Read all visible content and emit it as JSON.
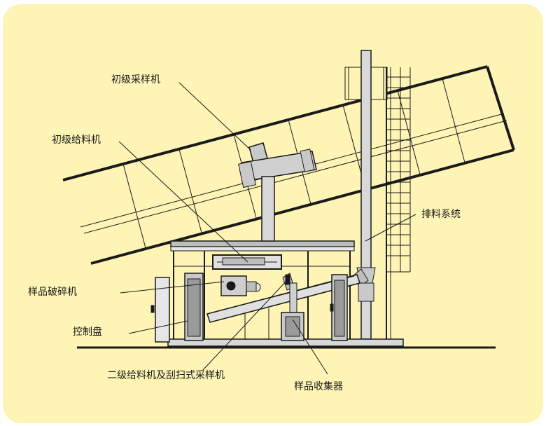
{
  "labels": {
    "primary_sampler": "初级采样机",
    "primary_feeder": "初级给料机",
    "discharge_system": "排料系统",
    "sample_crusher": "样品破碎机",
    "control_panel": "控制盘",
    "secondary_feeder_sampler": "二级给料机及刮扫式采样机",
    "sample_collector": "样品收集器"
  },
  "colors": {
    "background": "#fdf4b5",
    "line": "#1a1a1a",
    "machine_fill": "#c9c9c9",
    "machine_dark": "#8f8f8f"
  }
}
